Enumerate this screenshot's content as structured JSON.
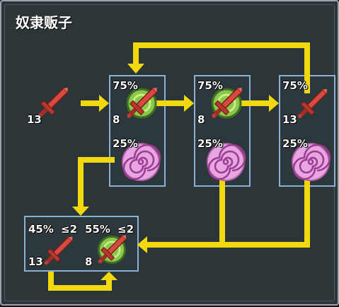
{
  "title": "奴隶贩子",
  "colors": {
    "arrow": "#f2d80e",
    "box_border": "#8ab2d2",
    "panel": "#2c3538",
    "sword": "#d64a3f",
    "upgrade_green": "#8ac84a",
    "swirl_pink": "#e7a6e2"
  },
  "start": {
    "icon": "sword-icon",
    "count": "13"
  },
  "stages": [
    {
      "success": {
        "chance": "75%",
        "icon": "upgraded-sword-icon",
        "count": "8"
      },
      "fail": {
        "chance": "25%",
        "icon": "pink-swirl-icon"
      }
    },
    {
      "success": {
        "chance": "75%",
        "icon": "upgraded-sword-icon",
        "count": "8"
      },
      "fail": {
        "chance": "25%",
        "icon": "pink-swirl-icon"
      }
    },
    {
      "success": {
        "chance": "75%",
        "icon": "sword-icon",
        "count": "13"
      },
      "fail": {
        "chance": "25%",
        "icon": "pink-swirl-icon"
      }
    }
  ],
  "final": [
    {
      "chance": "45%",
      "cond": "≤2",
      "icon": "sword-icon",
      "count": "13"
    },
    {
      "chance": "55%",
      "cond": "≤2",
      "icon": "upgraded-sword-icon",
      "count": "8"
    }
  ]
}
